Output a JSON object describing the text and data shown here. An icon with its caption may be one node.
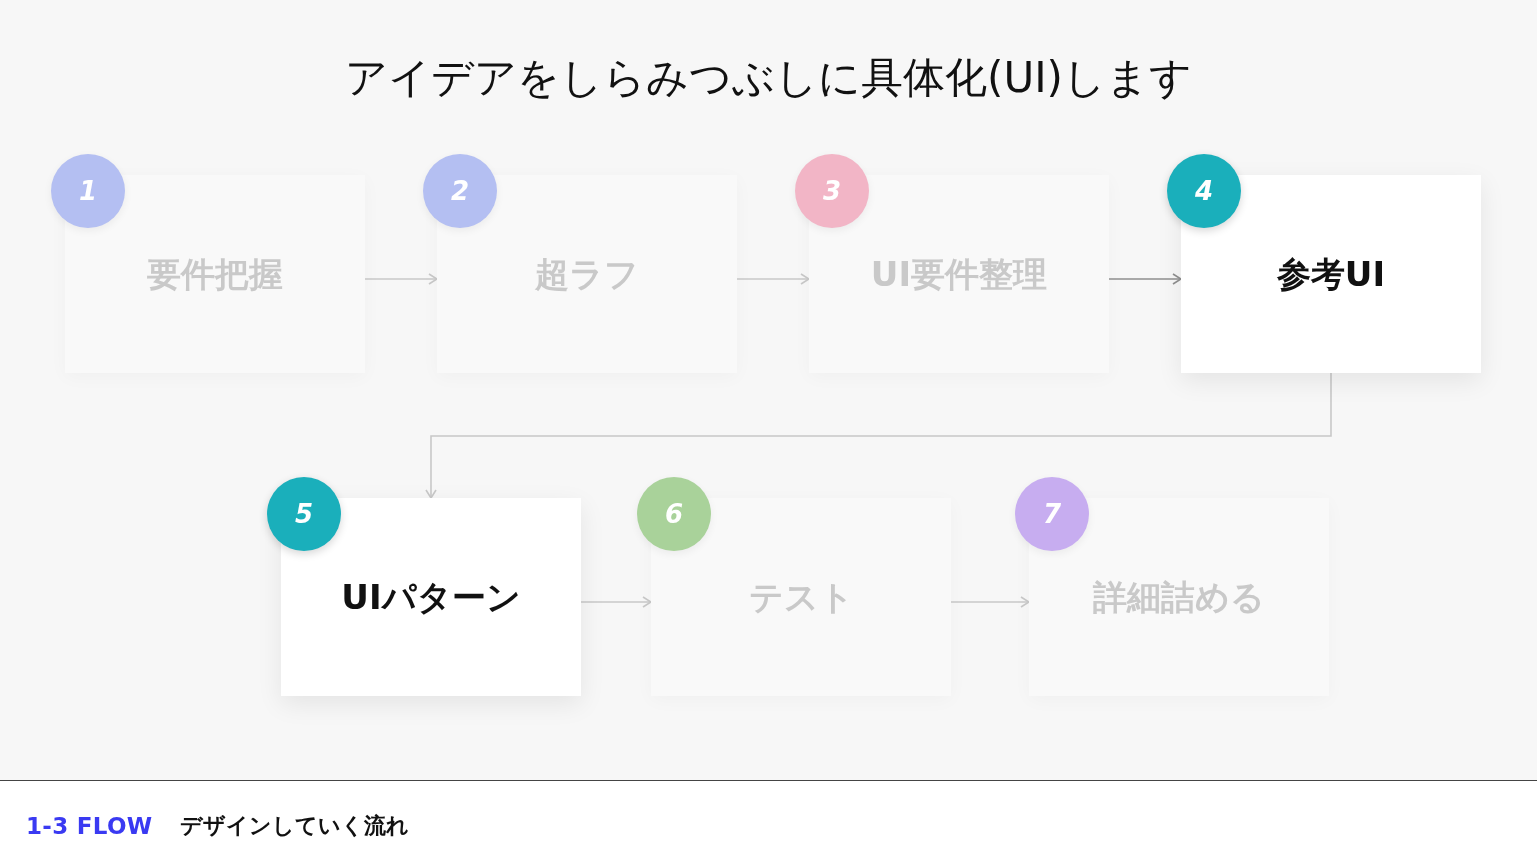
{
  "diagram": {
    "title": "アイデアをしらみつぶしに具体化(UI)します",
    "nodes": [
      {
        "text": [
          "1"
        ]
      },
      {
        "text": [
          "要件把握"
        ]
      },
      {
        "text": [
          "2"
        ]
      },
      {
        "text": [
          "超ラフ"
        ]
      },
      {
        "text": [
          "3"
        ]
      },
      {
        "text": [
          "UI要件整理"
        ]
      },
      {
        "text": [
          "4"
        ]
      },
      {
        "text": [
          "参考UI"
        ]
      },
      {
        "text": [
          "5"
        ]
      },
      {
        "text": [
          "UIパターン"
        ]
      },
      {
        "text": [
          "6"
        ]
      },
      {
        "text": [
          "テスト"
        ]
      },
      {
        "text": [
          "7"
        ]
      },
      {
        "text": [
          "詳細詰める"
        ]
      }
    ],
    "edges": [
      {
        "from": 1,
        "to": 3,
        "arrow": "to"
      },
      {
        "from": 3,
        "to": 5,
        "arrow": "to"
      },
      {
        "from": 5,
        "to": 7,
        "arrow": "to",
        "color": "#8f8f8f"
      },
      {
        "from": 7,
        "to": 9,
        "arrow": "to"
      },
      {
        "from": 9,
        "to": 11,
        "arrow": "to"
      },
      {
        "from": 11,
        "to": 13,
        "arrow": "to"
      }
    ],
    "labels": [
      "1-3 FLOW",
      "デザインしていく流れ"
    ]
  }
}
